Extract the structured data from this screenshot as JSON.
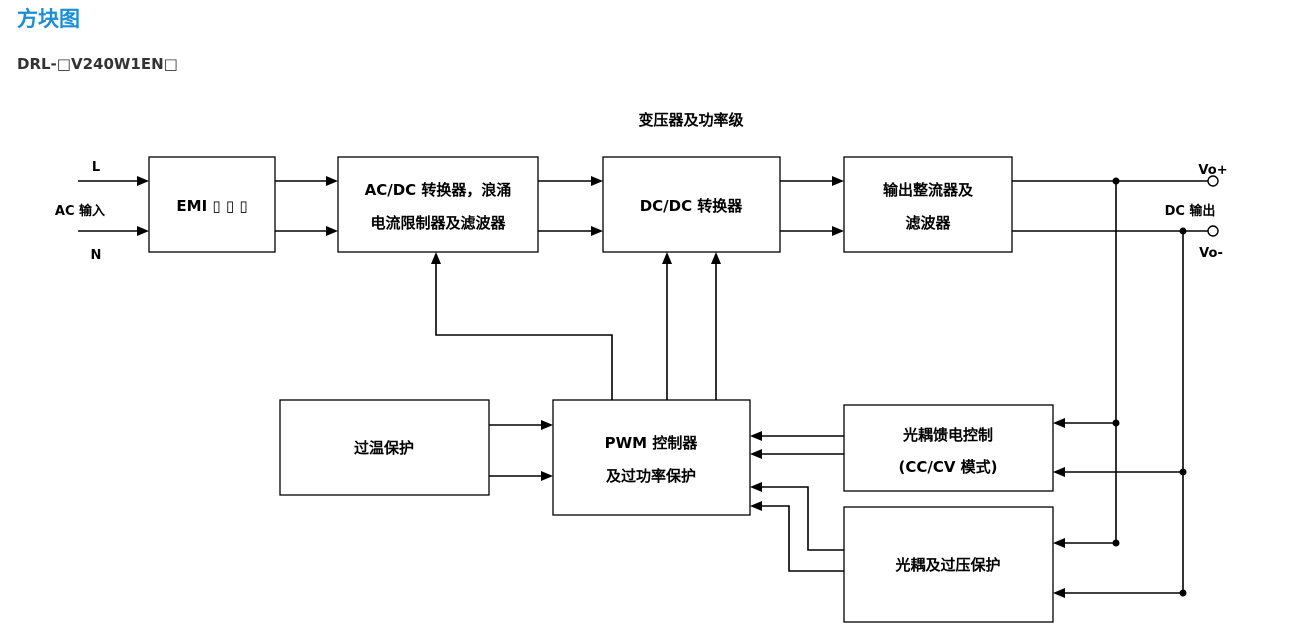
{
  "header": {
    "title": "方块图",
    "model": "DRL-□V240W1EN□"
  },
  "diagram": {
    "stage_caption": "变压器及功率级",
    "input": {
      "ac_label": "AC 输入",
      "l_label": "L",
      "n_label": "N"
    },
    "output": {
      "dc_label": "DC 输出",
      "vo_plus": "Vo+",
      "vo_minus": "Vo-"
    },
    "blocks": {
      "emi": "EMI ▯ ▯ ▯",
      "acdc_line1": "AC/DC 转换器，浪涌",
      "acdc_line2": "电流限制器及滤波器",
      "dcdc": "DC/DC 转换器",
      "rect_line1": "输出整流器及",
      "rect_line2": "滤波器",
      "otp": "过温保护",
      "pwm_line1": "PWM 控制器",
      "pwm_line2": "及过功率保护",
      "fb_line1": "光耦馈电控制",
      "fb_line2": "(CC/CV 模式)",
      "ovp": "光耦及过压保护"
    }
  },
  "colors": {
    "title": "#1a8fd6",
    "model": "#333333",
    "lines": "#000000"
  }
}
